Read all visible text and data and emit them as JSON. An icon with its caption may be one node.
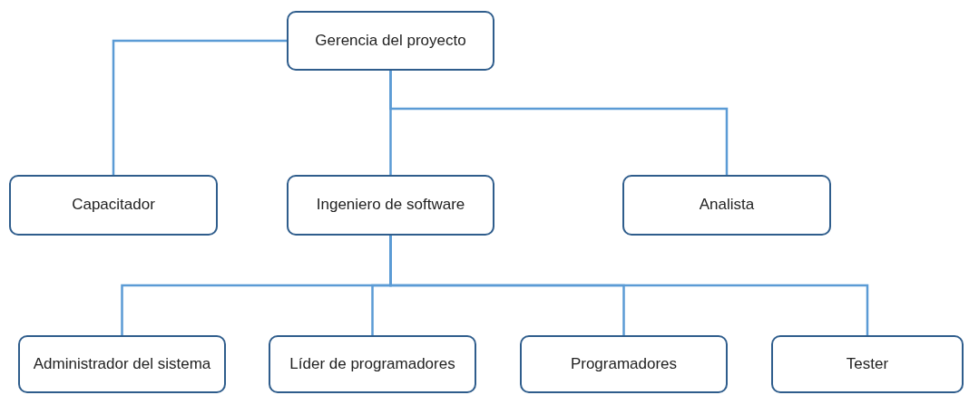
{
  "diagram": {
    "nodes": [
      {
        "text": [
          "Gerencia del proyecto"
        ]
      },
      {
        "text": [
          "Capacitador"
        ]
      },
      {
        "text": [
          "Ingeniero de software"
        ]
      },
      {
        "text": [
          "Analista"
        ]
      },
      {
        "text": [
          "Administrador del sistema"
        ]
      },
      {
        "text": [
          "Líder de programadores"
        ]
      },
      {
        "text": [
          "Programadores"
        ]
      },
      {
        "text": [
          "Tester"
        ]
      }
    ],
    "edges": [
      {
        "from": 0,
        "to": 1,
        "arrow": "none"
      },
      {
        "from": 0,
        "to": 2,
        "arrow": "none"
      },
      {
        "from": 0,
        "to": 3,
        "arrow": "none"
      },
      {
        "from": 2,
        "to": 4,
        "arrow": "none"
      },
      {
        "from": 2,
        "to": 5,
        "arrow": "none"
      },
      {
        "from": 2,
        "to": 6,
        "arrow": "none"
      },
      {
        "from": 2,
        "to": 7,
        "arrow": "none"
      }
    ]
  }
}
